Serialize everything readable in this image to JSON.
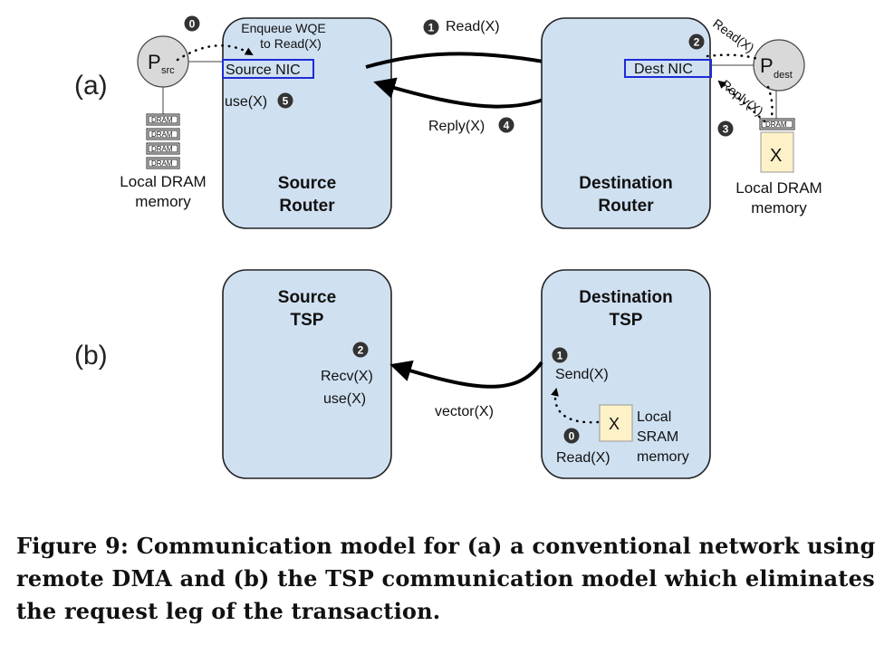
{
  "part_a": {
    "label": "(a)",
    "source_router": {
      "line1": "Source",
      "line2": "Router"
    },
    "destination_router": {
      "line1": "Destination",
      "line2": "Router"
    },
    "source_nic": "Source NIC",
    "dest_nic": "Dest NIC",
    "p_src": {
      "main": "P",
      "sub": "src"
    },
    "p_dest": {
      "main": "P",
      "sub": "dest"
    },
    "enqueue_line1": "Enqueue WQE",
    "enqueue_line2": "to Read(X)",
    "read_label": "Read(X)",
    "reply_label": "Reply(X)",
    "use_label": "use(X)",
    "dram_cell": "DRAM",
    "local_dram_line1": "Local DRAM",
    "local_dram_line2": "memory",
    "dest_read_label": "Read(X)",
    "dest_reply_label": "Reply(X)",
    "x_label": "X",
    "steps": {
      "s0": "0",
      "s1": "1",
      "s2": "2",
      "s3": "3",
      "s4": "4",
      "s5": "5"
    }
  },
  "part_b": {
    "label": "(b)",
    "source_tsp": {
      "line1": "Source",
      "line2": "TSP"
    },
    "destination_tsp": {
      "line1": "Destination",
      "line2": "TSP"
    },
    "recv_label": "Recv(X)",
    "use_label": "use(X)",
    "send_label": "Send(X)",
    "vector_label": "vector(X)",
    "read_label": "Read(X)",
    "x_label": "X",
    "local_line1": "Local",
    "local_line2": "SRAM",
    "local_line3": "memory",
    "steps": {
      "s0": "0",
      "s1": "1",
      "s2": "2"
    }
  },
  "caption": "Figure 9: Communication model for (a) a conventional network using remote DMA and (b) the TSP communication model which eliminates the request leg of the transaction."
}
